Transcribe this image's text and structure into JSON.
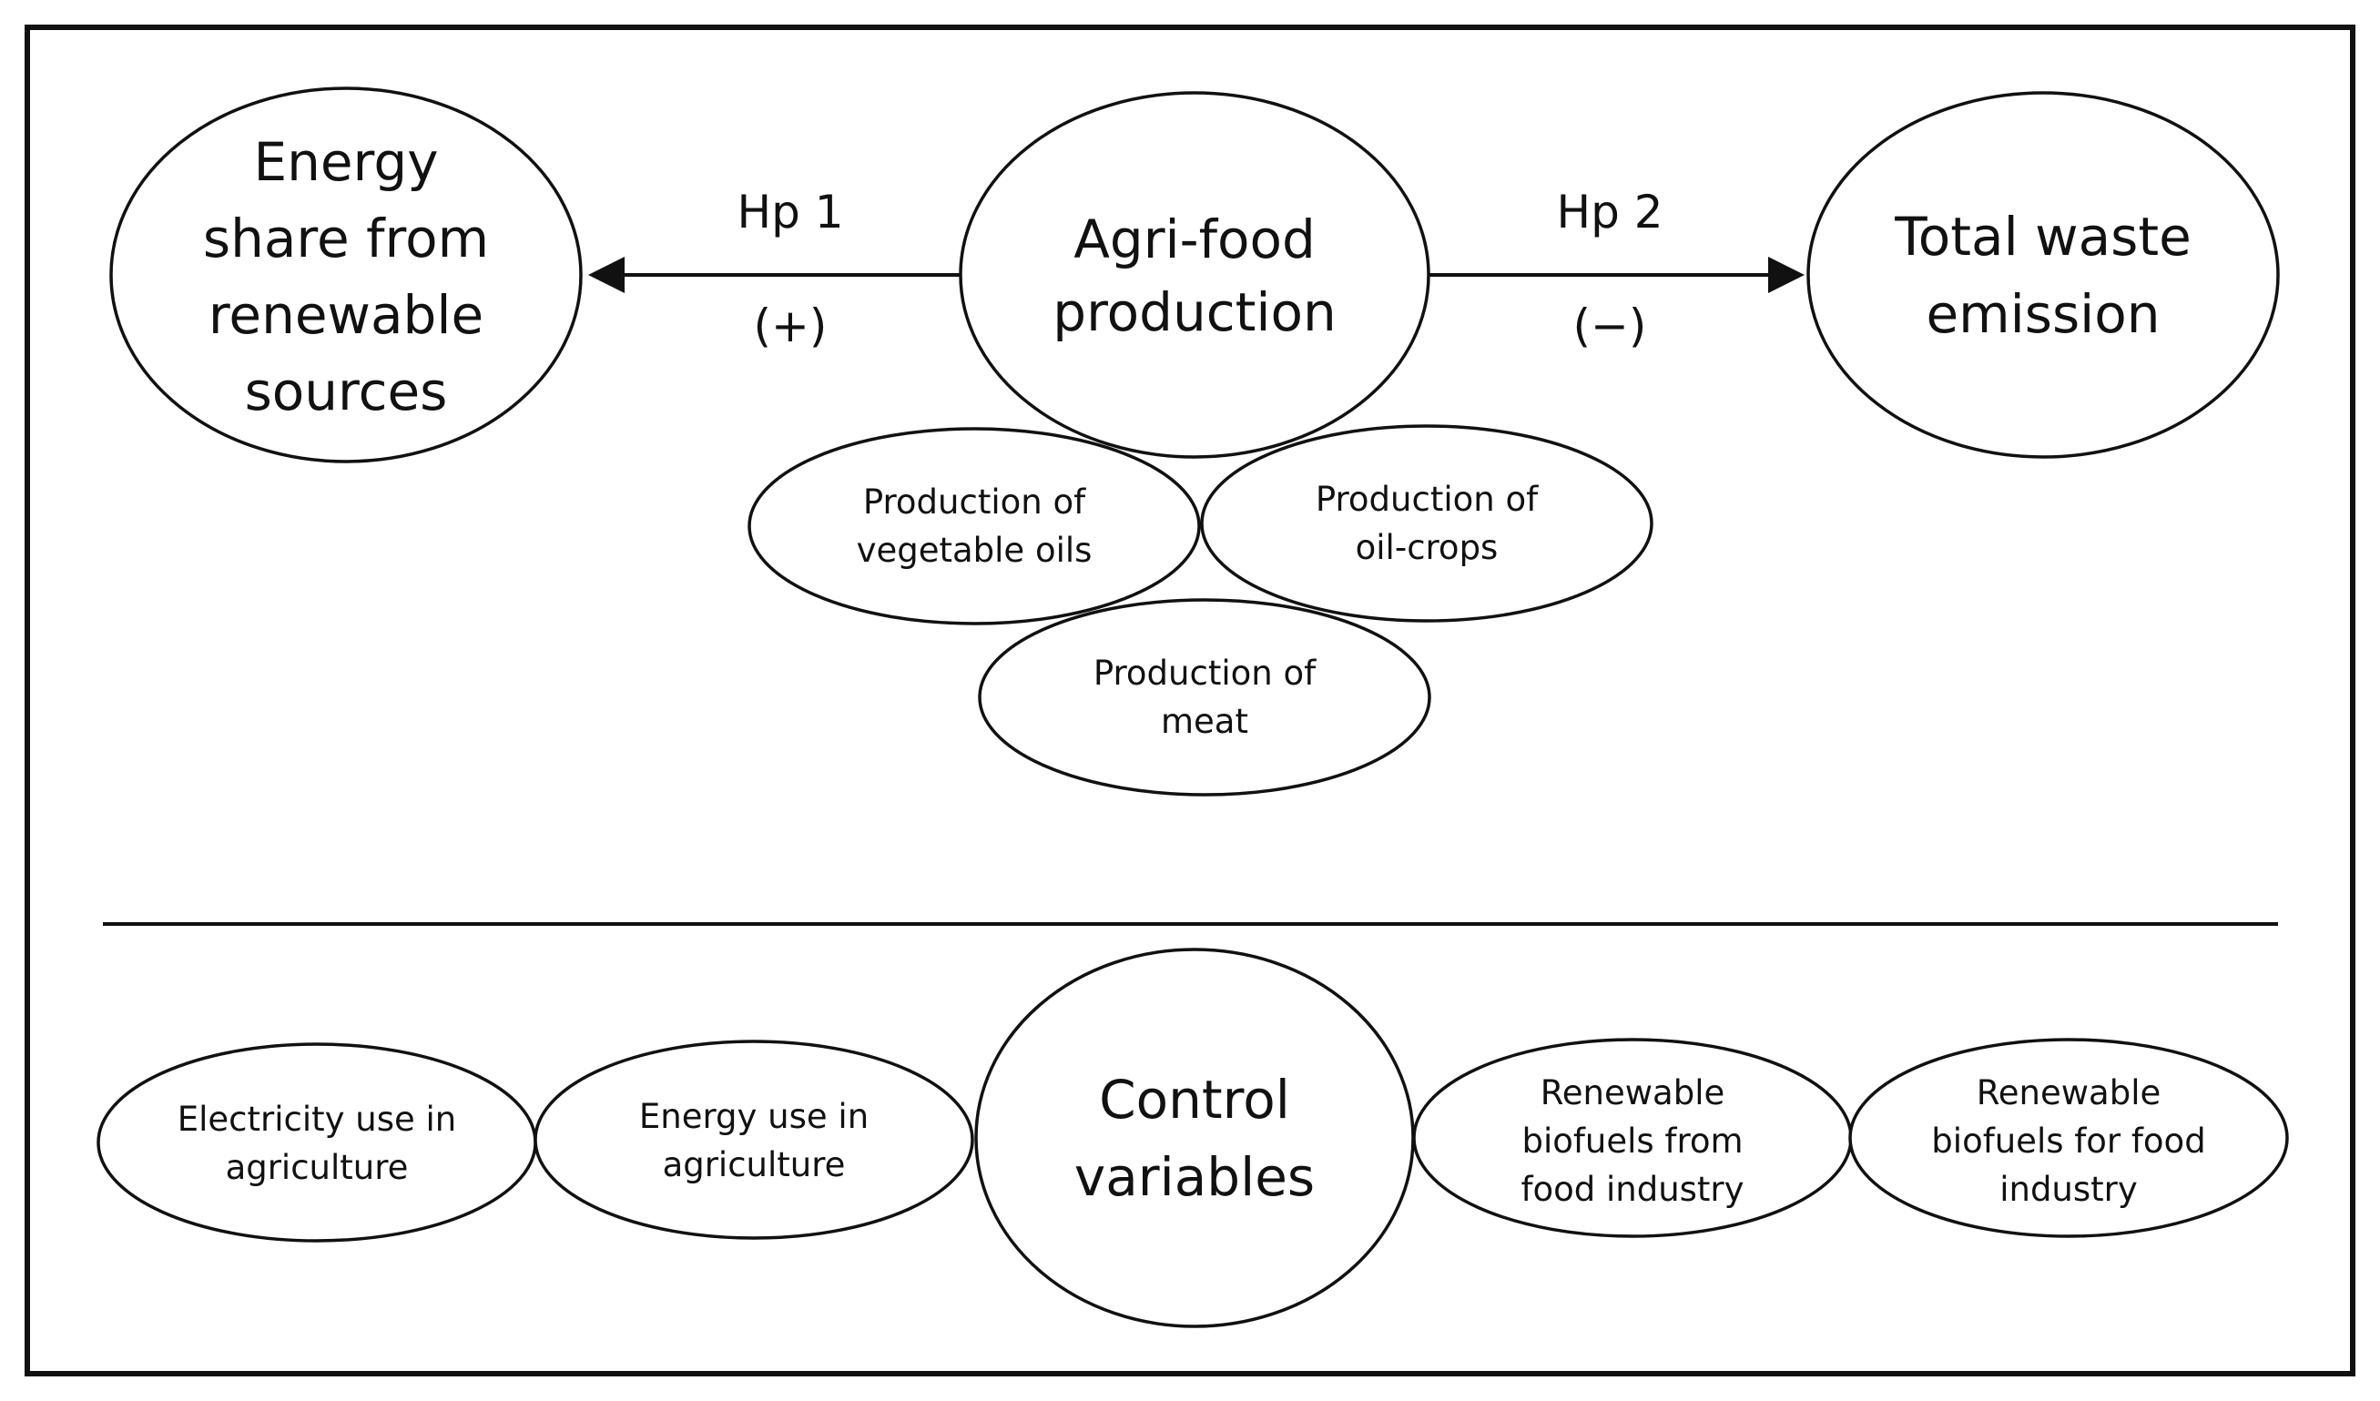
{
  "hypotheses": [
    {
      "label": "Hp 1",
      "sign": "(+)"
    },
    {
      "label": "Hp 2",
      "sign": "(−)"
    }
  ],
  "nodes": {
    "energy_share": [
      "Energy",
      "share from",
      "renewable",
      "sources"
    ],
    "agri_food": [
      "Agri-food",
      "production"
    ],
    "total_waste": [
      "Total waste",
      "emission"
    ],
    "vegetable_oils": [
      "Production of",
      "vegetable oils"
    ],
    "oil_crops": [
      "Production of",
      "oil-crops"
    ],
    "meat": [
      "Production of",
      "meat"
    ],
    "control_variables": [
      "Control",
      "variables"
    ],
    "electricity_use": [
      "Electricity use in",
      "agriculture"
    ],
    "energy_use": [
      "Energy use in",
      "agriculture"
    ],
    "biofuels_from_food": [
      "Renewable",
      "biofuels from",
      "food industry"
    ],
    "biofuels_for_food": [
      "Renewable",
      "biofuels for food",
      "industry"
    ]
  },
  "colors": {
    "stroke": "#111111",
    "fill": "#ffffff"
  }
}
